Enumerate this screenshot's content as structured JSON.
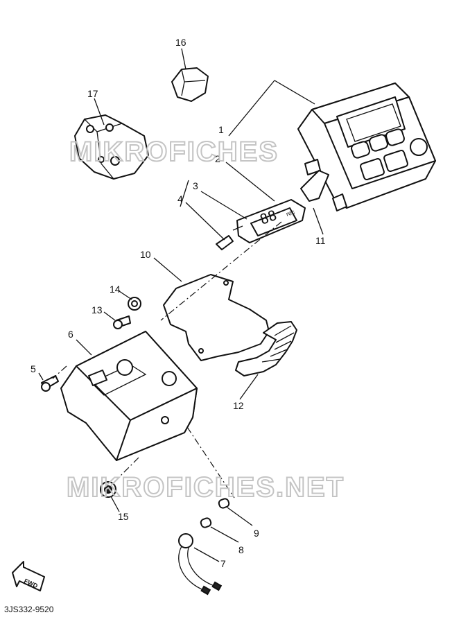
{
  "callouts": {
    "c1": "1",
    "c2": "2",
    "c3": "3",
    "c4": "4",
    "c5": "5",
    "c6": "6",
    "c7": "7",
    "c8": "8",
    "c9": "9",
    "c10": "10",
    "c11": "11",
    "c12": "12",
    "c13": "13",
    "c14": "14",
    "c15": "15",
    "c16": "16",
    "c17": "17"
  },
  "watermark": {
    "top": "MIKROFICHES",
    "bottom": "MIKROFICHES.NET"
  },
  "display": {
    "digits": "88",
    "unit": "rec"
  },
  "direction_label": "FWD",
  "diagram_code": "3JS332-9520"
}
